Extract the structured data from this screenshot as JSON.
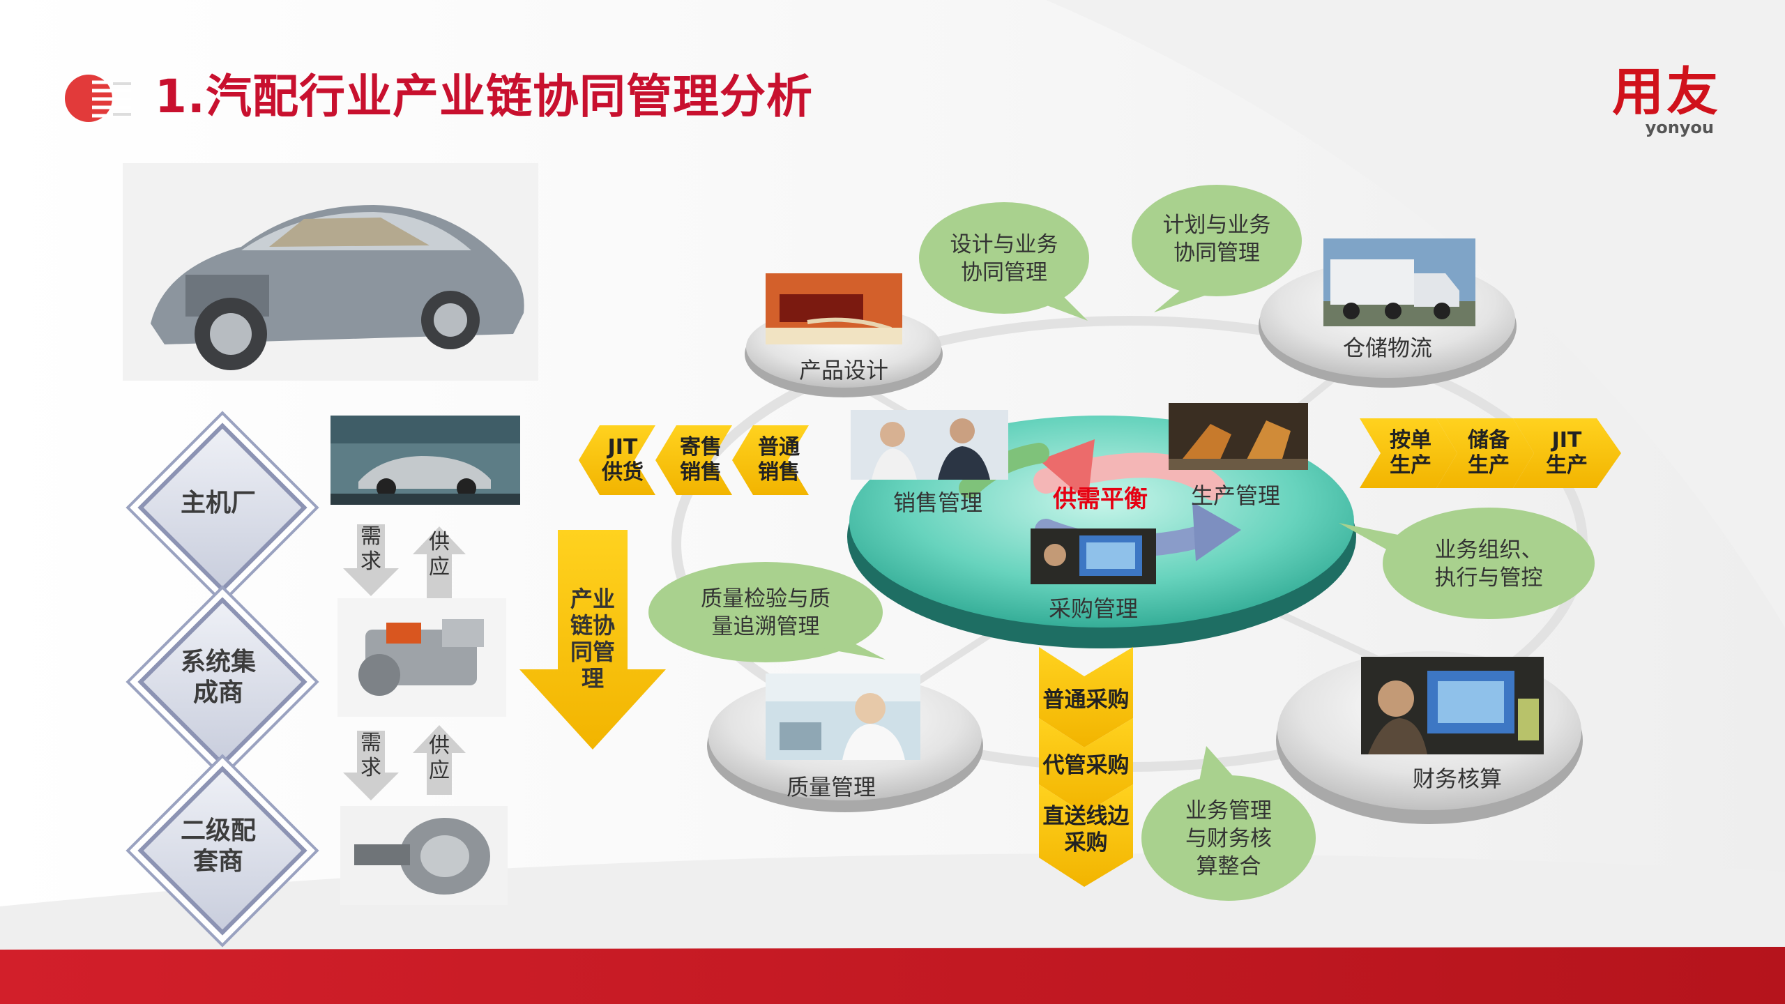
{
  "title": "1.汽配行业产业链协同管理分析",
  "brand": {
    "name": "用友",
    "sub": "yonyou"
  },
  "tiers": [
    "主机厂",
    "系统集成商",
    "二级配套商"
  ],
  "tier_lines": [
    [
      "主机厂"
    ],
    [
      "系统集",
      "成商"
    ],
    [
      "二级配",
      "套商"
    ]
  ],
  "flow_arrows": {
    "demand": "需求",
    "supply": "供应"
  },
  "industry_chain_arrow": "产业链协同管理",
  "left_chevrons": [
    {
      "line1": "JIT",
      "line2": "供货"
    },
    {
      "line1": "寄售",
      "line2": "销售"
    },
    {
      "line1": "普通",
      "line2": "销售"
    }
  ],
  "right_chevrons": [
    {
      "line1": "按单",
      "line2": "生产"
    },
    {
      "line1": "储备",
      "line2": "生产"
    },
    {
      "line1": "JIT",
      "line2": "生产"
    }
  ],
  "purchase_chevrons": [
    "普通采购",
    "代管采购",
    "直送线边采购"
  ],
  "platforms": {
    "product_design": "产品设计",
    "warehouse": "仓储物流",
    "quality": "质量管理",
    "finance": "财务核算"
  },
  "center": {
    "sales": "销售管理",
    "production": "生产管理",
    "purchase": "采购管理",
    "balance": "供需平衡"
  },
  "bubbles": {
    "design_collab": [
      "设计与业务",
      "协同管理"
    ],
    "plan_collab": [
      "计划与业务",
      "协同管理"
    ],
    "quality_trace": [
      "质量检验与质",
      "量追溯管理"
    ],
    "org_exec": [
      "业务组织、",
      "执行与管控"
    ],
    "biz_fin": [
      "业务管理",
      "与财务核",
      "算整合"
    ]
  },
  "colors": {
    "title_red": "#c8102e",
    "bottom_band": "#c0161f",
    "chevron_yellow": "#f7c400",
    "bubble_green": "#a9d18e",
    "center_teal": "#3cb9a3"
  }
}
